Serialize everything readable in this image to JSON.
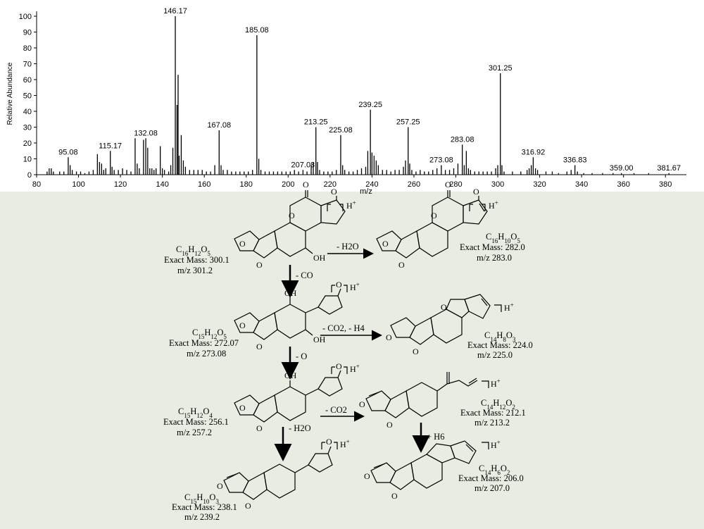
{
  "chart_data": {
    "type": "bar",
    "title": "",
    "xlabel": "m/z",
    "ylabel": "Relative Abundance",
    "xlim": [
      80,
      390
    ],
    "ylim": [
      0,
      100
    ],
    "xticks": [
      "80",
      "100",
      "120",
      "140",
      "160",
      "180",
      "200",
      "220",
      "240",
      "260",
      "280",
      "300",
      "320",
      "340",
      "360",
      "380"
    ],
    "yticks": [
      "0",
      "10",
      "20",
      "30",
      "40",
      "50",
      "60",
      "70",
      "80",
      "90",
      "100"
    ],
    "peaks": [
      [
        85,
        2
      ],
      [
        86,
        4
      ],
      [
        87,
        4
      ],
      [
        88,
        2
      ],
      [
        91,
        2
      ],
      [
        93,
        2
      ],
      [
        95.08,
        11
      ],
      [
        96,
        6
      ],
      [
        97,
        3
      ],
      [
        99,
        2
      ],
      [
        101,
        2
      ],
      [
        103,
        1
      ],
      [
        105,
        2
      ],
      [
        107,
        3
      ],
      [
        109,
        13
      ],
      [
        110,
        8
      ],
      [
        111,
        7
      ],
      [
        112,
        3
      ],
      [
        113,
        4
      ],
      [
        115.17,
        15
      ],
      [
        116,
        5
      ],
      [
        117,
        3
      ],
      [
        119,
        3
      ],
      [
        121,
        4
      ],
      [
        123,
        3
      ],
      [
        125,
        2
      ],
      [
        127,
        23
      ],
      [
        128,
        7
      ],
      [
        129,
        4
      ],
      [
        131,
        22
      ],
      [
        132.08,
        23
      ],
      [
        133,
        17
      ],
      [
        134,
        4
      ],
      [
        135,
        4
      ],
      [
        136,
        3
      ],
      [
        137,
        4
      ],
      [
        139,
        18
      ],
      [
        140,
        4
      ],
      [
        141,
        3
      ],
      [
        143,
        2
      ],
      [
        144,
        6
      ],
      [
        145,
        17
      ],
      [
        146.17,
        100
      ],
      [
        147,
        44
      ],
      [
        147.5,
        63
      ],
      [
        148,
        12
      ],
      [
        149,
        25
      ],
      [
        150,
        9
      ],
      [
        151,
        5
      ],
      [
        153,
        3
      ],
      [
        155,
        3
      ],
      [
        157,
        3
      ],
      [
        159,
        3
      ],
      [
        161,
        2
      ],
      [
        163,
        2
      ],
      [
        165,
        6
      ],
      [
        167.08,
        28
      ],
      [
        168,
        6
      ],
      [
        169,
        3
      ],
      [
        171,
        3
      ],
      [
        173,
        2
      ],
      [
        175,
        2
      ],
      [
        177,
        2
      ],
      [
        179,
        2
      ],
      [
        181,
        2
      ],
      [
        183,
        3
      ],
      [
        185.08,
        88
      ],
      [
        186,
        10
      ],
      [
        187,
        3
      ],
      [
        189,
        2
      ],
      [
        191,
        2
      ],
      [
        193,
        2
      ],
      [
        195,
        2
      ],
      [
        197,
        2
      ],
      [
        199,
        2
      ],
      [
        201,
        2
      ],
      [
        203,
        3
      ],
      [
        205,
        2
      ],
      [
        207.08,
        3
      ],
      [
        209,
        2
      ],
      [
        211,
        6
      ],
      [
        212,
        8
      ],
      [
        213.25,
        30
      ],
      [
        214,
        8
      ],
      [
        215,
        3
      ],
      [
        217,
        2
      ],
      [
        219,
        2
      ],
      [
        221,
        2
      ],
      [
        223,
        3
      ],
      [
        225.08,
        25
      ],
      [
        226,
        6
      ],
      [
        227,
        3
      ],
      [
        229,
        2
      ],
      [
        231,
        2
      ],
      [
        233,
        3
      ],
      [
        235,
        4
      ],
      [
        237,
        5
      ],
      [
        238,
        15
      ],
      [
        239.25,
        41
      ],
      [
        240,
        14
      ],
      [
        241,
        12
      ],
      [
        242,
        9
      ],
      [
        243,
        6
      ],
      [
        245,
        3
      ],
      [
        247,
        3
      ],
      [
        249,
        2
      ],
      [
        251,
        3
      ],
      [
        253,
        3
      ],
      [
        255,
        5
      ],
      [
        256,
        9
      ],
      [
        257.25,
        30
      ],
      [
        258,
        7
      ],
      [
        259,
        3
      ],
      [
        261,
        2
      ],
      [
        263,
        3
      ],
      [
        265,
        2
      ],
      [
        267,
        2
      ],
      [
        269,
        3
      ],
      [
        271,
        4
      ],
      [
        273.08,
        6
      ],
      [
        275,
        3
      ],
      [
        277,
        3
      ],
      [
        279,
        4
      ],
      [
        281,
        7
      ],
      [
        283.08,
        19
      ],
      [
        284,
        6
      ],
      [
        285,
        15
      ],
      [
        286,
        4
      ],
      [
        287,
        3
      ],
      [
        289,
        2
      ],
      [
        291,
        2
      ],
      [
        293,
        2
      ],
      [
        295,
        2
      ],
      [
        297,
        2
      ],
      [
        299,
        4
      ],
      [
        300,
        6
      ],
      [
        301.25,
        64
      ],
      [
        302,
        6
      ],
      [
        303,
        2
      ],
      [
        307,
        2
      ],
      [
        311,
        2
      ],
      [
        314,
        3
      ],
      [
        315,
        4
      ],
      [
        316,
        6
      ],
      [
        316.92,
        11
      ],
      [
        318,
        4
      ],
      [
        319,
        3
      ],
      [
        323,
        2
      ],
      [
        326,
        2
      ],
      [
        329,
        1
      ],
      [
        333,
        2
      ],
      [
        335,
        3
      ],
      [
        336.83,
        6
      ],
      [
        338,
        2
      ],
      [
        341,
        1
      ],
      [
        345,
        1
      ],
      [
        350,
        1
      ],
      [
        355,
        1
      ],
      [
        359.0,
        1
      ],
      [
        365,
        1
      ],
      [
        372,
        1
      ],
      [
        381.67,
        1
      ]
    ],
    "labeled_peaks": [
      {
        "label": "95.08",
        "x": 95.08,
        "y": 11
      },
      {
        "label": "115.17",
        "x": 115.17,
        "y": 15
      },
      {
        "label": "132.08",
        "x": 132.08,
        "y": 23
      },
      {
        "label": "146.17",
        "x": 146.17,
        "y": 100
      },
      {
        "label": "167.08",
        "x": 167.08,
        "y": 28
      },
      {
        "label": "185.08",
        "x": 185.08,
        "y": 88
      },
      {
        "label": "207.08",
        "x": 207.08,
        "y": 3
      },
      {
        "label": "213.25",
        "x": 213.25,
        "y": 30
      },
      {
        "label": "225.08",
        "x": 225.08,
        "y": 25
      },
      {
        "label": "239.25",
        "x": 239.25,
        "y": 41
      },
      {
        "label": "257.25",
        "x": 257.25,
        "y": 30
      },
      {
        "label": "273.08",
        "x": 273.08,
        "y": 6
      },
      {
        "label": "283.08",
        "x": 283.08,
        "y": 19
      },
      {
        "label": "301.25",
        "x": 301.25,
        "y": 64
      },
      {
        "label": "316.92",
        "x": 316.92,
        "y": 11
      },
      {
        "label": "336.83",
        "x": 336.83,
        "y": 6
      },
      {
        "label": "359.00",
        "x": 359.0,
        "y": 1
      },
      {
        "label": "381.67",
        "x": 381.67,
        "y": 1
      }
    ]
  },
  "scheme": {
    "compounds": [
      {
        "id": "c1",
        "formula": "C16H12O5",
        "mass": "Exact Mass: 300.1",
        "mz": "m/z 301.2"
      },
      {
        "id": "c2",
        "formula": "C16H10O5",
        "mass": "Exact Mass: 282.0",
        "mz": "m/z 283.0"
      },
      {
        "id": "c3",
        "formula": "C15H12O5",
        "mass": "Exact Mass: 272.07",
        "mz": "m/z 273.08"
      },
      {
        "id": "c4",
        "formula": "C14H8O3",
        "mass": "Exact Mass: 224.0",
        "mz": "m/z 225.0"
      },
      {
        "id": "c5",
        "formula": "C15H12O4",
        "mass": "Exact Mass: 256.1",
        "mz": "m/z 257.2"
      },
      {
        "id": "c6",
        "formula": "C14H12O2",
        "mass": "Exact Mass: 212.1",
        "mz": "m/z 213.2"
      },
      {
        "id": "c7",
        "formula": "C15H10O3",
        "mass": "Exact Mass: 238.1",
        "mz": "m/z 239.2"
      },
      {
        "id": "c8",
        "formula": "C14H6O2",
        "mass": "Exact Mass: 206.0",
        "mz": "m/z 207.0"
      }
    ],
    "arrows": {
      "h2o_1": "- H2O",
      "co": "- CO",
      "co2_h4": "- CO2, - H4",
      "o": "- O",
      "co2": "- CO2",
      "h2o_2": "- H2O",
      "h6": "+ H6"
    },
    "atoms": {
      "o": "O",
      "oh": "OH",
      "hplus": "H+"
    }
  }
}
